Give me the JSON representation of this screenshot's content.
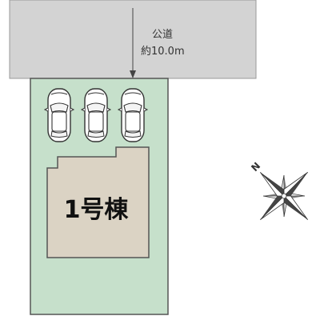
{
  "road": {
    "label": "公道",
    "width": "約10.0m"
  },
  "building": {
    "label": "1号棟"
  },
  "compass": {
    "north_label": "N"
  },
  "parking": {
    "cars": [
      {
        "id": "car-1"
      },
      {
        "id": "car-2"
      },
      {
        "id": "car-3"
      }
    ]
  },
  "colors": {
    "road_fill": "#d3d3d3",
    "lot_fill": "#c6e0cb",
    "building_fill": "#dbd3c4",
    "outline": "#555555"
  }
}
